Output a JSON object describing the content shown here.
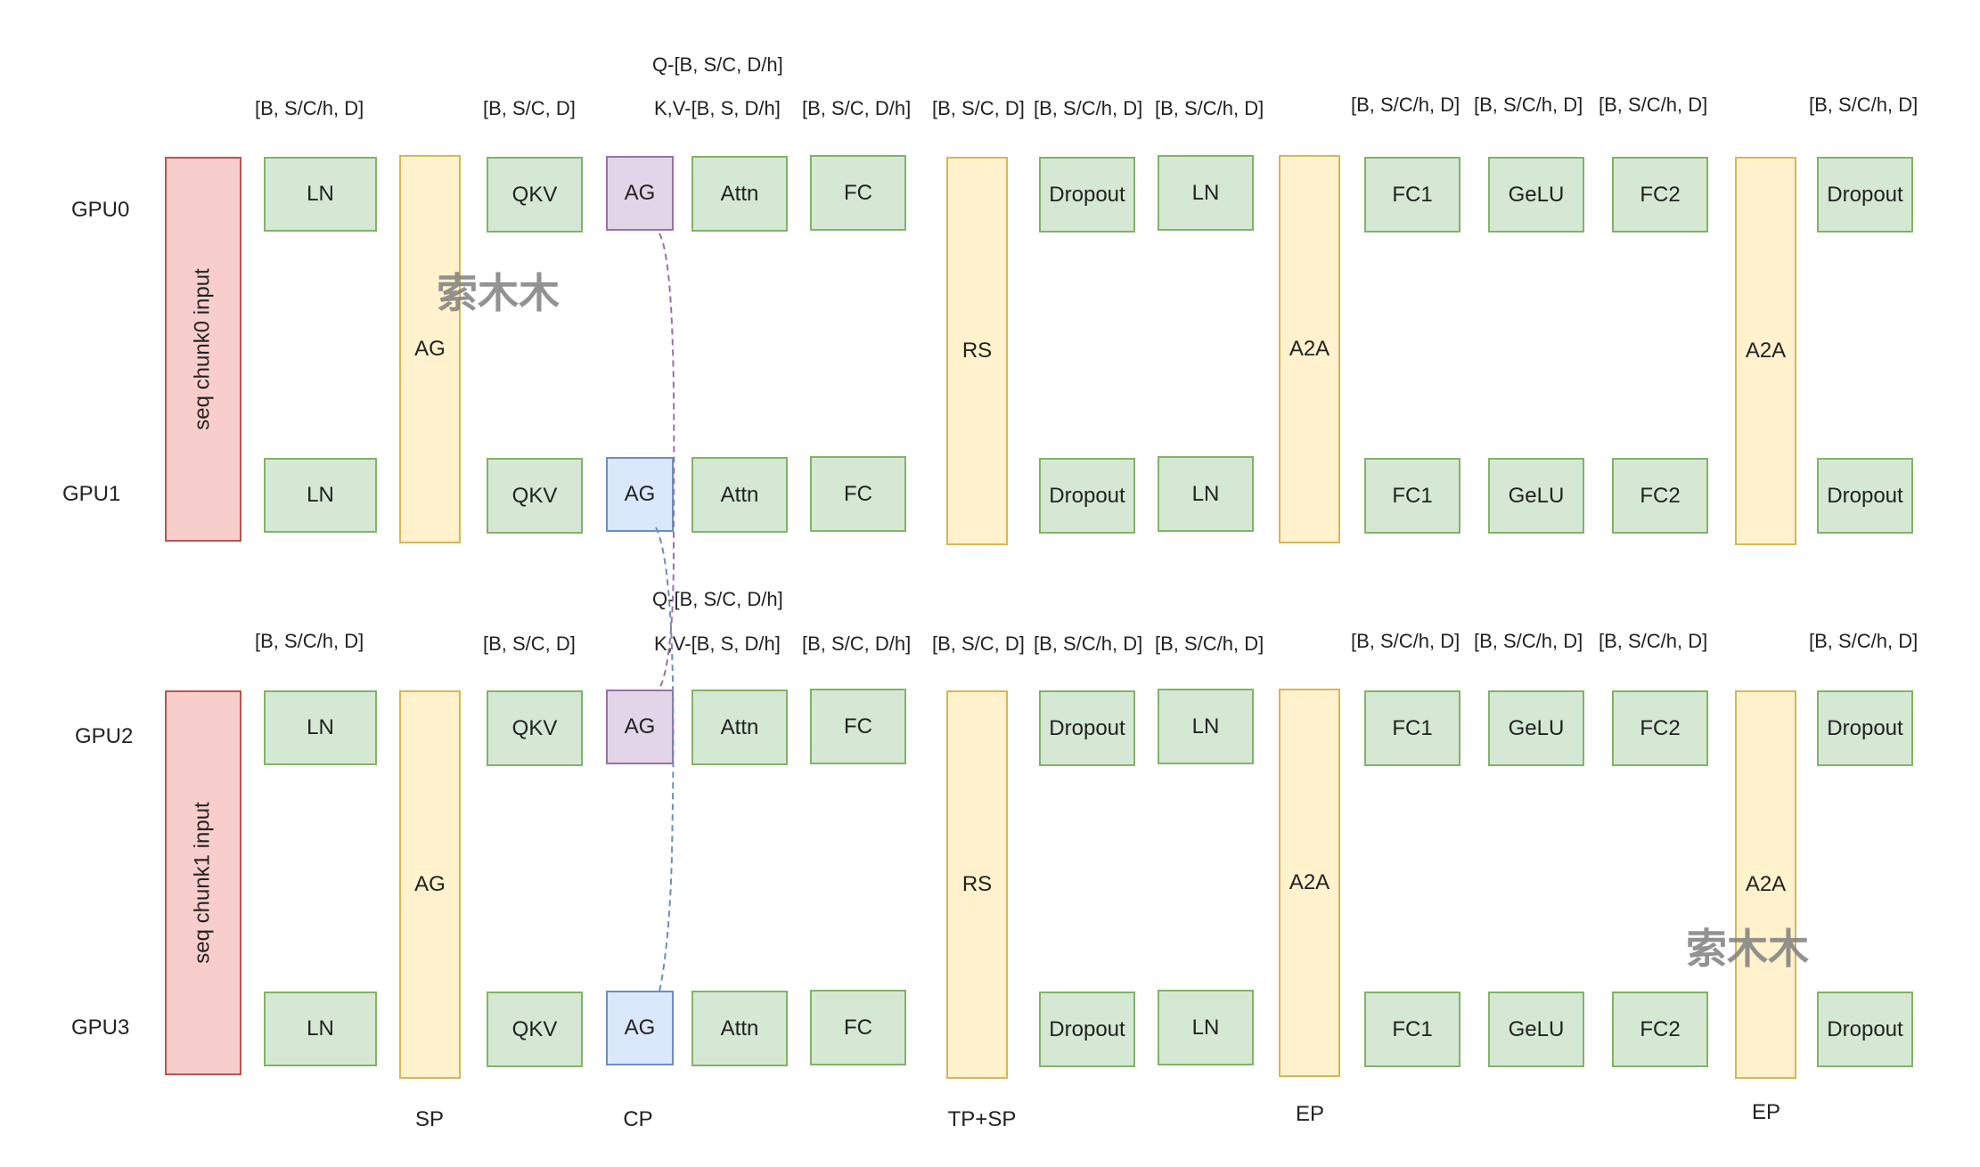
{
  "gpus": [
    "GPU0",
    "GPU1",
    "GPU2",
    "GPU3"
  ],
  "inputs": [
    "seq chunk0 input",
    "seq chunk1 input"
  ],
  "ops": {
    "ln": "LN",
    "qkv": "QKV",
    "ag": "AG",
    "attn": "Attn",
    "fc": "FC",
    "dropout": "Dropout",
    "fc1": "FC1",
    "gelu": "GeLU",
    "fc2": "FC2",
    "rs": "RS",
    "a2a": "A2A"
  },
  "shapes": {
    "ln_in": "[B, S/C/h, D]",
    "qkv_in": "[B, S/C, D]",
    "q": "Q-[B, S/C, D/h]",
    "kv": "K,V-[B, S, D/h]",
    "fc_in": "[B, S/C, D/h]",
    "rs_out": "[B, S/C, D]",
    "dropout_in": "[B, S/C/h, D]",
    "ln2_in": "[B, S/C/h, D]",
    "fc1_in": "[B, S/C/h, D]",
    "gelu_in": "[B, S/C/h, D]",
    "fc2_in": "[B, S/C/h, D]",
    "out": "[B, S/C/h, D]"
  },
  "parallelism": {
    "sp": "SP",
    "cp": "CP",
    "tp_sp": "TP+SP",
    "ep1": "EP",
    "ep2": "EP"
  },
  "watermark": "索木木",
  "colors": {
    "compute_fill": "#d5e8d4",
    "compute_border": "#82b366",
    "comm_fill": "#fff2cc",
    "comm_border": "#d6b656",
    "input_fill": "#f8cecc",
    "input_border": "#b85450",
    "ag_purple_fill": "#e1d5e7",
    "ag_purple_border": "#9673a6",
    "ag_blue_fill": "#dae8fc",
    "ag_blue_border": "#6c8ebf"
  }
}
